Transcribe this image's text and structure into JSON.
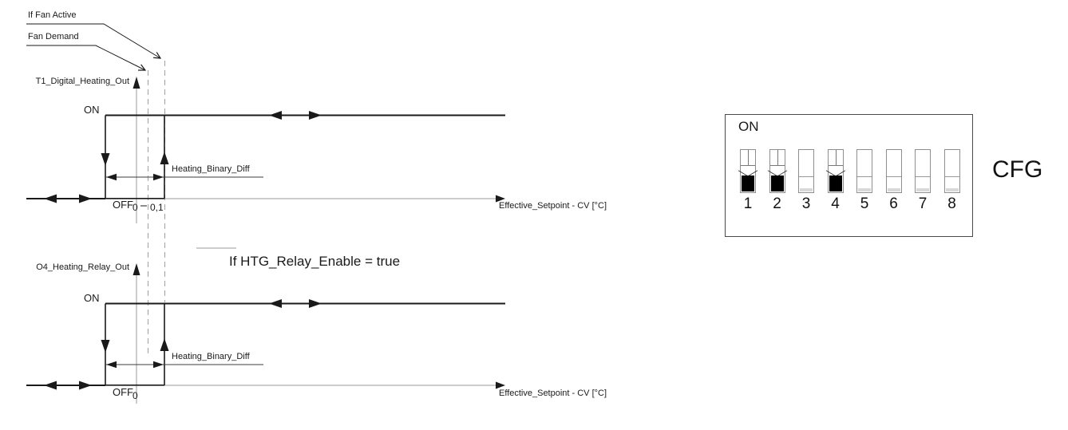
{
  "annotations": {
    "if_fan_active": "If Fan Active",
    "fan_demand": "Fan Demand",
    "htg_relay_enable": "If HTG_Relay_Enable = true"
  },
  "charts": [
    {
      "y_axis_label": "T1_Digital_Heating_Out",
      "on_label": "ON",
      "off_label": "OFF",
      "zero_label": "0",
      "diff_value_label": "0,1",
      "diff_label": "Heating_Binary_Diff",
      "x_axis_label": "Effective_Setpoint - CV [°C]"
    },
    {
      "y_axis_label": "O4_Heating_Relay_Out",
      "on_label": "ON",
      "off_label": "OFF",
      "zero_label": "0",
      "diff_label": "Heating_Binary_Diff",
      "x_axis_label": "Effective_Setpoint - CV [°C]"
    }
  ],
  "dip": {
    "on_label": "ON",
    "cfg_label": "CFG",
    "switches": [
      {
        "label": "1",
        "on": true
      },
      {
        "label": "2",
        "on": true
      },
      {
        "label": "3",
        "on": false
      },
      {
        "label": "4",
        "on": true
      },
      {
        "label": "5",
        "on": false
      },
      {
        "label": "6",
        "on": false
      },
      {
        "label": "7",
        "on": false
      },
      {
        "label": "8",
        "on": false
      }
    ]
  },
  "chart_data": [
    {
      "type": "line",
      "title": "T1_Digital_Heating_Out hysteresis (if Fan Active / Fan Demand)",
      "xlabel": "Effective_Setpoint - CV [°C]",
      "ylabel": "T1_Digital_Heating_Out",
      "x_ticks": [
        "0",
        "0,1"
      ],
      "levels": [
        "OFF",
        "ON"
      ],
      "behavior": {
        "turn_on_at": "0,1",
        "turn_off_at": "0,1 - Heating_Binary_Diff",
        "hysteresis_width": "Heating_Binary_Diff"
      }
    },
    {
      "type": "line",
      "title": "O4_Heating_Relay_Out hysteresis (if HTG_Relay_Enable = true)",
      "xlabel": "Effective_Setpoint - CV [°C]",
      "ylabel": "O4_Heating_Relay_Out",
      "x_ticks": [
        "0"
      ],
      "levels": [
        "OFF",
        "ON"
      ],
      "behavior": {
        "turn_on_at": "0",
        "turn_off_at": "0 - Heating_Binary_Diff",
        "hysteresis_width": "Heating_Binary_Diff"
      }
    }
  ]
}
